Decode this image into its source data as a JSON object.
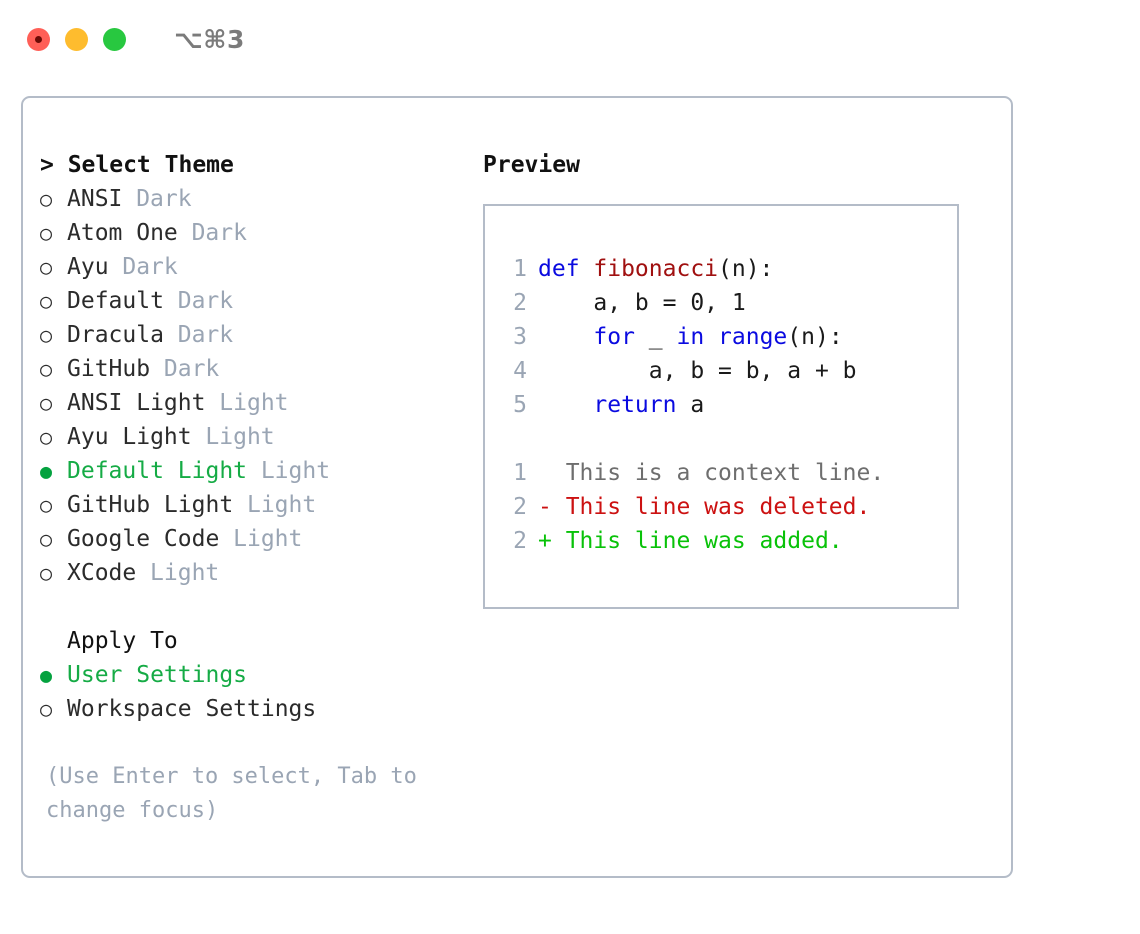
{
  "window": {
    "title": "⌥⌘3",
    "traffic_lights": [
      "close",
      "minimize",
      "maximize"
    ]
  },
  "colors": {
    "accent_green": "#15ab45",
    "muted": "#9aa5b4",
    "border": "#b4bcc8",
    "keyword_blue": "#0a0ae0",
    "function_red": "#a01010",
    "diff_delete": "#cc1111",
    "diff_add": "#09c209",
    "text": "#2b2b2b"
  },
  "theme_panel": {
    "heading": "> Select Theme",
    "heading_caret": ">",
    "heading_text": "Select Theme",
    "bullet_selected": "●",
    "bullet_unselected": "○",
    "items": [
      {
        "bullet": "○",
        "label": "ANSI",
        "category": "Dark",
        "selected": false
      },
      {
        "bullet": "○",
        "label": "Atom One",
        "category": "Dark",
        "selected": false
      },
      {
        "bullet": "○",
        "label": "Ayu",
        "category": "Dark",
        "selected": false
      },
      {
        "bullet": "○",
        "label": "Default",
        "category": "Dark",
        "selected": false
      },
      {
        "bullet": "○",
        "label": "Dracula",
        "category": "Dark",
        "selected": false
      },
      {
        "bullet": "○",
        "label": "GitHub",
        "category": "Dark",
        "selected": false
      },
      {
        "bullet": "○",
        "label": "ANSI Light",
        "category": "Light",
        "selected": false
      },
      {
        "bullet": "○",
        "label": "Ayu Light",
        "category": "Light",
        "selected": false
      },
      {
        "bullet": "●",
        "label": "Default Light",
        "category": "Light",
        "selected": true
      },
      {
        "bullet": "○",
        "label": "GitHub Light",
        "category": "Light",
        "selected": false
      },
      {
        "bullet": "○",
        "label": "Google Code",
        "category": "Light",
        "selected": false
      },
      {
        "bullet": "○",
        "label": "XCode",
        "category": "Light",
        "selected": false
      }
    ]
  },
  "apply_to": {
    "heading": "Apply To",
    "items": [
      {
        "bullet": "●",
        "label": "User Settings",
        "selected": true
      },
      {
        "bullet": "○",
        "label": "Workspace Settings",
        "selected": false
      }
    ]
  },
  "hint": "(Use Enter to select, Tab to change focus)",
  "preview": {
    "title": "Preview",
    "code_lines": [
      {
        "number": "1",
        "tokens": [
          {
            "text": "def ",
            "kind": "kw"
          },
          {
            "text": "fibonacci",
            "kind": "fn"
          },
          {
            "text": "(n):",
            "kind": "plain"
          }
        ]
      },
      {
        "number": "2",
        "tokens": [
          {
            "text": "    a, b = 0, 1",
            "kind": "plain"
          }
        ]
      },
      {
        "number": "3",
        "tokens": [
          {
            "text": "    ",
            "kind": "plain"
          },
          {
            "text": "for",
            "kind": "kw"
          },
          {
            "text": " _ ",
            "kind": "plain"
          },
          {
            "text": "in",
            "kind": "kw"
          },
          {
            "text": " ",
            "kind": "plain"
          },
          {
            "text": "range",
            "kind": "kw"
          },
          {
            "text": "(n):",
            "kind": "plain"
          }
        ]
      },
      {
        "number": "4",
        "tokens": [
          {
            "text": "        a, b = b, a + b",
            "kind": "plain"
          }
        ]
      },
      {
        "number": "5",
        "tokens": [
          {
            "text": "    ",
            "kind": "plain"
          },
          {
            "text": "return",
            "kind": "kw"
          },
          {
            "text": " a",
            "kind": "plain"
          }
        ]
      }
    ],
    "diff_lines": [
      {
        "number": "1",
        "marker": " ",
        "text": "  This is a context line.",
        "kind": "ctx"
      },
      {
        "number": "2",
        "marker": "-",
        "text": "- This line was deleted.",
        "kind": "del"
      },
      {
        "number": "2",
        "marker": "+",
        "text": "+ This line was added.",
        "kind": "add"
      }
    ]
  }
}
